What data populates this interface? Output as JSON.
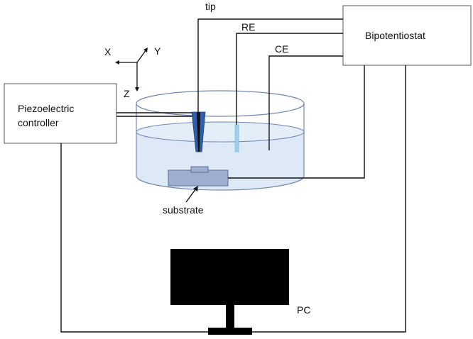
{
  "labels": {
    "tip": "tip",
    "re": "RE",
    "ce": "CE",
    "bipotentiostat": "Bipotentiostat",
    "piezo_line1": "Piezoelectric",
    "piezo_line2": "controller",
    "substrate": "substrate",
    "pc": "PC",
    "axis_x": "X",
    "axis_y": "Y",
    "axis_z": "Z"
  },
  "colors": {
    "line": "#111111",
    "tip_blue": "#2e5fa8",
    "tip_core": "#111111",
    "re_blue": "#9fd0ec",
    "water_fill": "#dde9f7",
    "beaker_edge": "#6f86b5",
    "substrate_fill": "#9eaed0",
    "monitor": "#000000"
  }
}
